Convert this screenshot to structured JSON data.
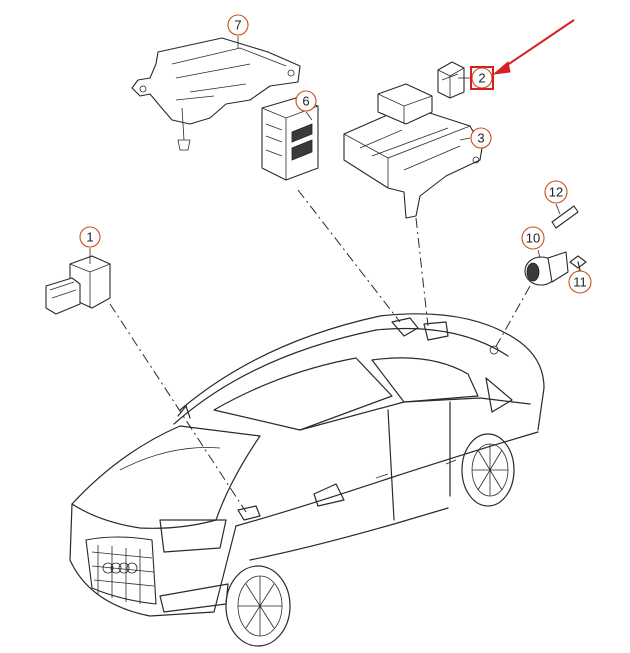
{
  "callouts": [
    {
      "id": "1",
      "label": "1"
    },
    {
      "id": "2",
      "label": "2"
    },
    {
      "id": "3",
      "label": "3"
    },
    {
      "id": "6",
      "label": "6"
    },
    {
      "id": "7",
      "label": "7"
    },
    {
      "id": "10",
      "label": "10"
    },
    {
      "id": "11",
      "label": "11"
    },
    {
      "id": "12",
      "label": "12"
    }
  ],
  "highlight": {
    "target": "2",
    "color": "#d62020"
  },
  "callout_color": "#c8501e",
  "car": {
    "badge_label": "audi-rings-emblem",
    "badge_text": ""
  }
}
